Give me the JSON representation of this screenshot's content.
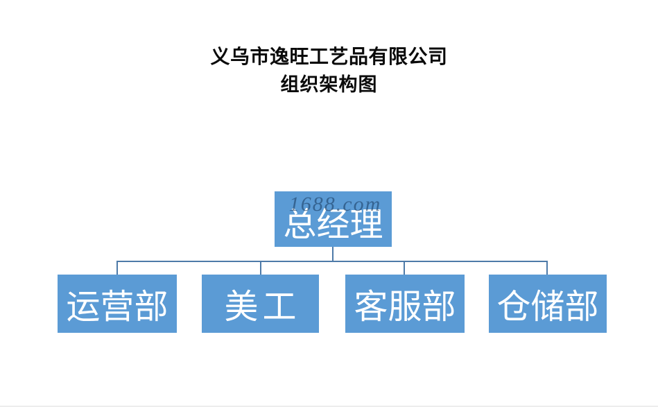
{
  "title": {
    "line1": "义乌市逸旺工艺品有限公司",
    "line2": "组织架构图"
  },
  "watermark": "1688.com",
  "org": {
    "root": {
      "label": "总经理"
    },
    "children": [
      {
        "label": "运营部"
      },
      {
        "label": "美工"
      },
      {
        "label": "客服部"
      },
      {
        "label": "仓储部"
      }
    ]
  },
  "colors": {
    "node_fill": "#5b9bd5",
    "node_text": "#ffffff",
    "connector": "#4d7aa8",
    "title_text": "#0a0a0a",
    "watermark_text": "rgba(31,66,105,0.62)"
  }
}
